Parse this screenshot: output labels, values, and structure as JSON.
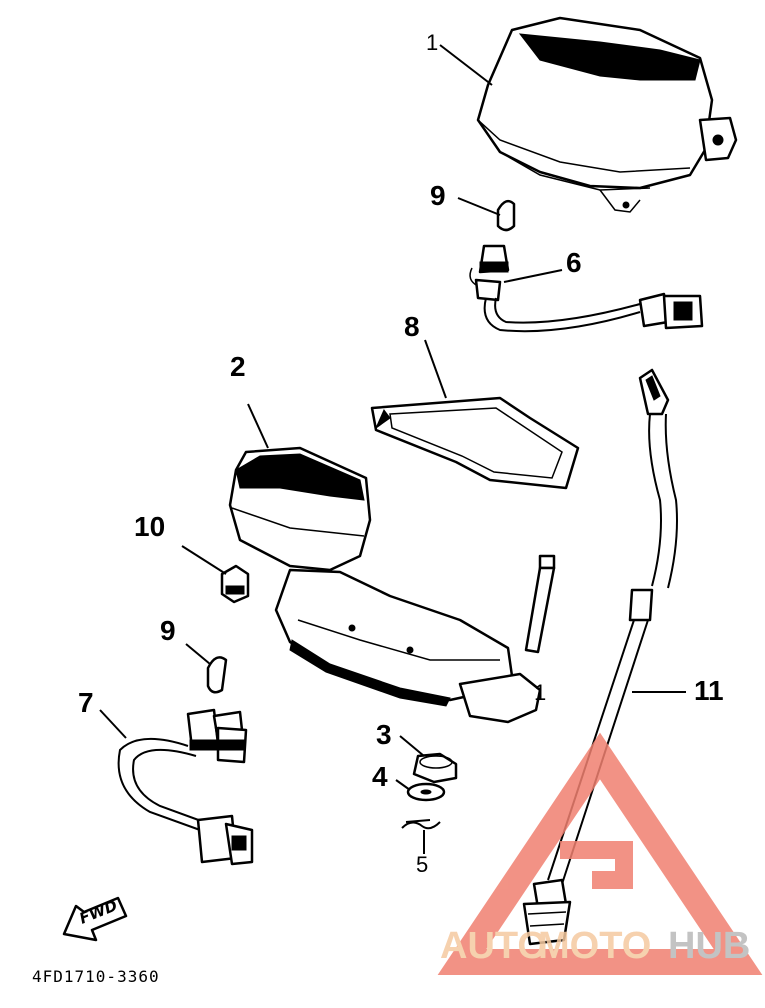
{
  "diagram": {
    "callouts": [
      {
        "id": "1",
        "label": "1"
      },
      {
        "id": "2",
        "label": "2"
      },
      {
        "id": "3",
        "label": "3"
      },
      {
        "id": "4",
        "label": "4"
      },
      {
        "id": "5",
        "label": "5"
      },
      {
        "id": "6",
        "label": "6"
      },
      {
        "id": "7",
        "label": "7"
      },
      {
        "id": "8",
        "label": "8"
      },
      {
        "id": "9a",
        "label": "9"
      },
      {
        "id": "9b",
        "label": "9"
      },
      {
        "id": "10",
        "label": "10"
      },
      {
        "id": "11",
        "label": "11"
      },
      {
        "id": "1b",
        "label": "1"
      }
    ],
    "fwd_label": "FWD",
    "diagram_code": "4FD1710-3360"
  },
  "watermark": {
    "word_auto": "AUTO",
    "word_moto": "MOTO",
    "word_hub": "HUB",
    "color_primary": "#f08070",
    "color_secondary": "#f5c9a0",
    "color_hub": "#b9b9b9"
  }
}
